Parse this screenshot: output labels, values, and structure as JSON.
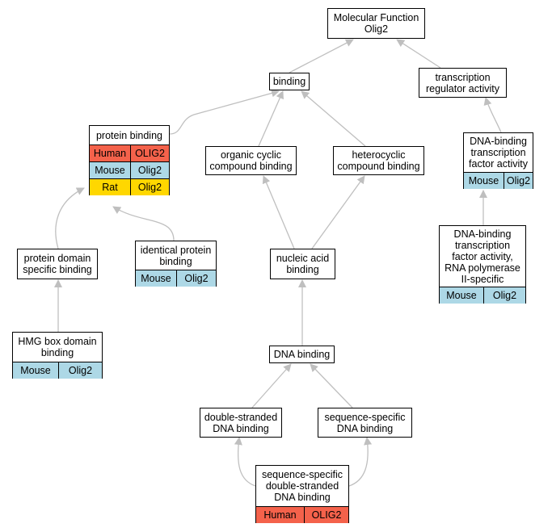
{
  "colors": {
    "human": "#f4624b",
    "mouse": "#add8e6",
    "rat": "#ffd700",
    "edge": "#bfbfbf"
  },
  "nodes": {
    "mf": {
      "label": "Molecular Function\nOlig2"
    },
    "binding": {
      "label": "binding"
    },
    "tra": {
      "label": "transcription\nregulator activity"
    },
    "pb": {
      "label": "protein binding",
      "rows": [
        {
          "species": "Human",
          "gene": "OLIG2",
          "color": "human"
        },
        {
          "species": "Mouse",
          "gene": "Olig2",
          "color": "mouse"
        },
        {
          "species": "Rat",
          "gene": "Olig2",
          "color": "rat"
        }
      ]
    },
    "ocb": {
      "label": "organic cyclic\ncompound binding"
    },
    "hcb": {
      "label": "heterocyclic\ncompound binding"
    },
    "dbtfa": {
      "label": "DNA-binding\ntranscription\nfactor activity",
      "rows": [
        {
          "species": "Mouse",
          "gene": "Olig2",
          "color": "mouse"
        }
      ]
    },
    "pdsb": {
      "label": "protein domain\nspecific binding"
    },
    "ipb": {
      "label": "identical protein\nbinding",
      "rows": [
        {
          "species": "Mouse",
          "gene": "Olig2",
          "color": "mouse"
        }
      ]
    },
    "nab": {
      "label": "nucleic acid\nbinding"
    },
    "dbtfa2": {
      "label": "DNA-binding\ntranscription\nfactor activity,\nRNA polymerase\nII-specific",
      "rows": [
        {
          "species": "Mouse",
          "gene": "Olig2",
          "color": "mouse"
        }
      ]
    },
    "hmg": {
      "label": "HMG box domain\nbinding",
      "rows": [
        {
          "species": "Mouse",
          "gene": "Olig2",
          "color": "mouse"
        }
      ]
    },
    "dnab": {
      "label": "DNA binding"
    },
    "dsdb": {
      "label": "double-stranded\nDNA binding"
    },
    "ssdb": {
      "label": "sequence-specific\nDNA binding"
    },
    "ssdsdb": {
      "label": "sequence-specific\ndouble-stranded\nDNA binding",
      "rows": [
        {
          "species": "Human",
          "gene": "OLIG2",
          "color": "human"
        }
      ]
    }
  },
  "edges": [
    {
      "from": "binding",
      "to": "mf"
    },
    {
      "from": "tra",
      "to": "mf"
    },
    {
      "from": "pb",
      "to": "binding"
    },
    {
      "from": "ocb",
      "to": "binding"
    },
    {
      "from": "hcb",
      "to": "binding"
    },
    {
      "from": "dbtfa",
      "to": "tra"
    },
    {
      "from": "pdsb",
      "to": "pb"
    },
    {
      "from": "ipb",
      "to": "pb"
    },
    {
      "from": "nab",
      "to": "ocb"
    },
    {
      "from": "nab",
      "to": "hcb"
    },
    {
      "from": "dbtfa2",
      "to": "dbtfa"
    },
    {
      "from": "hmg",
      "to": "pdsb"
    },
    {
      "from": "dnab",
      "to": "nab"
    },
    {
      "from": "dsdb",
      "to": "dnab"
    },
    {
      "from": "ssdb",
      "to": "dnab"
    },
    {
      "from": "ssdsdb",
      "to": "dsdb"
    },
    {
      "from": "ssdsdb",
      "to": "ssdb"
    }
  ]
}
